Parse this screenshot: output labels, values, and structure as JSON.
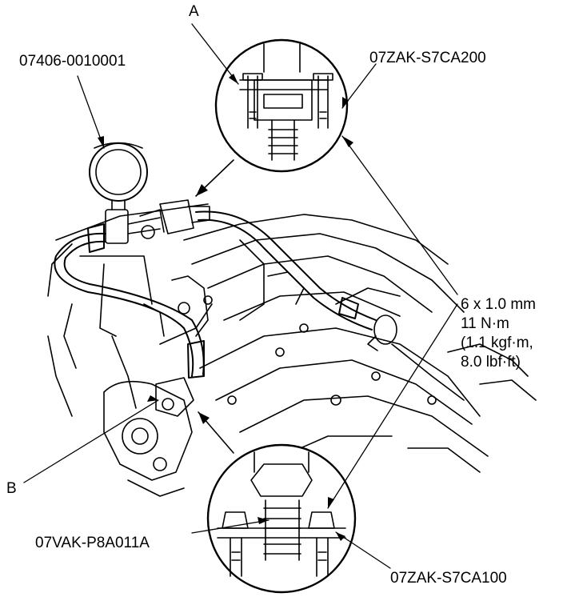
{
  "callouts": {
    "a": "A",
    "b": "B",
    "gauge_part": "07406-0010001",
    "upper_tool": "07ZAK-S7CA200",
    "lower_tool": "07ZAK-S7CA100",
    "adapter": "07VAK-P8A011A"
  },
  "spec": {
    "bolt": "6 x 1.0 mm",
    "torque_nm": "11 N·m",
    "torque_kgf": "(1.1 kgf·m,",
    "torque_lbf": "8.0 lbf·ft)"
  }
}
